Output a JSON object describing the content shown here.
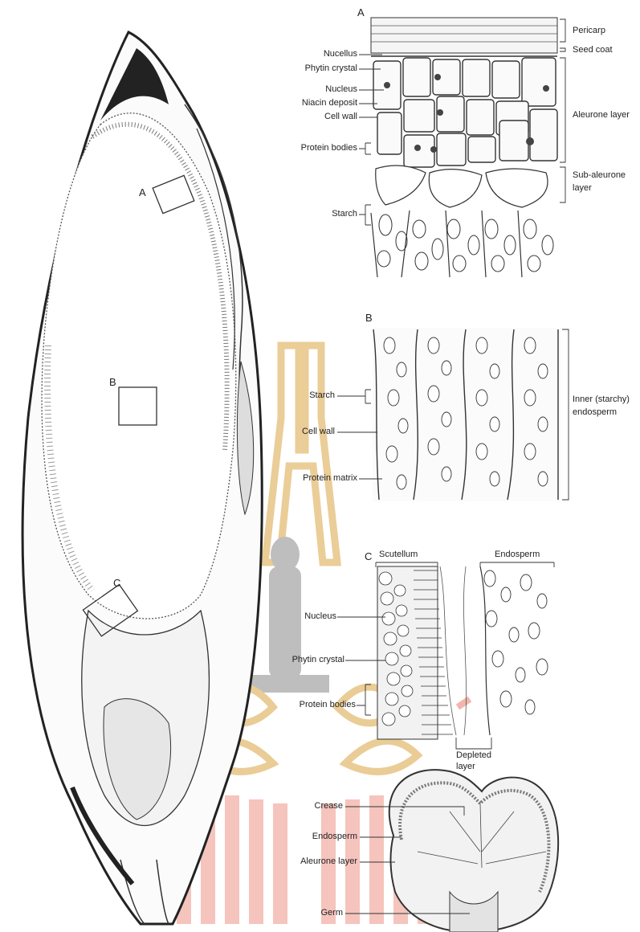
{
  "panels": {
    "a": "A",
    "b": "B",
    "c": "C",
    "box_a": "A",
    "box_b": "B",
    "box_c": "C"
  },
  "panel_a": {
    "left_labels": [
      "Nucellus",
      "Phytin crystal",
      "Nucleus",
      "Niacin deposit",
      "Cell wall",
      "Protein bodies",
      "Starch"
    ],
    "right_labels": [
      "Pericarp",
      "Seed coat",
      "Aleurone layer",
      "Sub-aleurone",
      "layer"
    ]
  },
  "panel_b": {
    "left_labels": [
      "Starch",
      "Cell wall",
      "Protein matrix"
    ],
    "right_labels": [
      "Inner (starchy)",
      "endosperm"
    ]
  },
  "panel_c": {
    "top_labels": [
      "Scutellum",
      "Endosperm"
    ],
    "left_labels": [
      "Nucleus",
      "Phytin crystal",
      "Protein bodies"
    ],
    "bottom_labels": [
      "Depleted",
      "layer"
    ]
  },
  "cross_section": {
    "labels": [
      "Crease",
      "Endosperm",
      "Aleurone layer",
      "Germ"
    ]
  },
  "colors": {
    "ink": "#222222",
    "watermark": "#d9a441",
    "watermark_red": "#e87a6a",
    "statue": "#8a8a8a"
  }
}
